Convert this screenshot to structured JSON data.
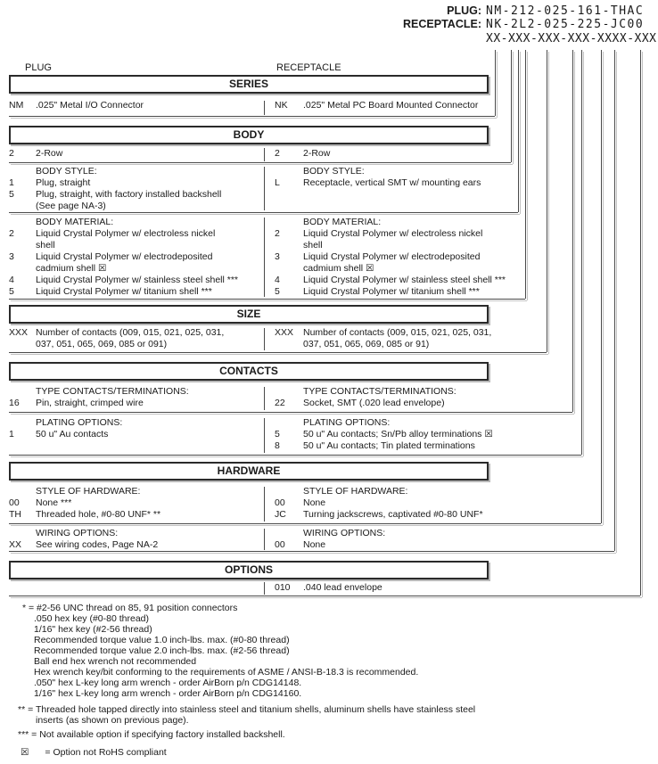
{
  "palette": {
    "text": "#1a1a1a",
    "line": "#4a4a4a",
    "shadow": "#c2c2c2"
  },
  "part_numbers": {
    "plug_label": "PLUG:",
    "plug_value": "NM-212-025-161-THAC",
    "receptacle_label": "RECEPTACLE:",
    "receptacle_value": "NK-2L2-025-225-JC00",
    "code_mask": "XX-XXX-XXX-XXX-XXXX-XXX"
  },
  "column_labels": {
    "plug": "PLUG",
    "receptacle": "RECEPTACLE"
  },
  "sections": {
    "series": {
      "title": "SERIES",
      "left": {
        "items": [
          {
            "code": "NM",
            "desc": ".025\" Metal I/O Connector"
          }
        ]
      },
      "right": {
        "items": [
          {
            "code": "NK",
            "desc": ".025\" Metal PC Board Mounted Connector"
          }
        ]
      }
    },
    "body": {
      "title": "BODY",
      "row": {
        "left": {
          "items": [
            {
              "code": "2",
              "desc": "2-Row"
            }
          ]
        },
        "right": {
          "items": [
            {
              "code": "2",
              "desc": "2-Row"
            }
          ]
        }
      },
      "style": {
        "left": {
          "heading": "BODY STYLE:",
          "items": [
            {
              "code": "1",
              "desc": "Plug, straight"
            },
            {
              "code": "5",
              "desc": "Plug, straight, with factory installed backshell\n(See page NA-3)"
            }
          ]
        },
        "right": {
          "heading": "BODY STYLE:",
          "items": [
            {
              "code": "L",
              "desc": "Receptacle, vertical SMT w/ mounting ears"
            }
          ]
        }
      },
      "material": {
        "left": {
          "heading": "BODY MATERIAL:",
          "items": [
            {
              "code": "2",
              "desc": "Liquid Crystal Polymer w/ electroless nickel\nshell"
            },
            {
              "code": "3",
              "desc": "Liquid Crystal Polymer w/ electrodeposited\ncadmium shell ☒"
            },
            {
              "code": "4",
              "desc": "Liquid Crystal Polymer w/ stainless steel shell ***"
            },
            {
              "code": "5",
              "desc": "Liquid Crystal Polymer w/ titanium shell ***"
            }
          ]
        },
        "right": {
          "heading": "BODY MATERIAL:",
          "items": [
            {
              "code": "2",
              "desc": "Liquid Crystal Polymer w/ electroless nickel\nshell"
            },
            {
              "code": "3",
              "desc": "Liquid Crystal Polymer w/ electrodeposited\ncadmium shell ☒"
            },
            {
              "code": "4",
              "desc": "Liquid Crystal Polymer w/ stainless steel shell ***"
            },
            {
              "code": "5",
              "desc": "Liquid Crystal Polymer w/ titanium shell ***"
            }
          ]
        }
      }
    },
    "size": {
      "title": "SIZE",
      "left": {
        "items": [
          {
            "code": "XXX",
            "desc": "Number of contacts (009, 015, 021, 025, 031,\n037, 051, 065, 069, 085 or 091)"
          }
        ]
      },
      "right": {
        "items": [
          {
            "code": "XXX",
            "desc": "Number of contacts (009, 015, 021, 025, 031,\n037, 051, 065, 069, 085 or 91)"
          }
        ]
      }
    },
    "contacts": {
      "title": "CONTACTS",
      "type": {
        "left": {
          "heading": "TYPE CONTACTS/TERMINATIONS:",
          "items": [
            {
              "code": "16",
              "desc": "Pin, straight, crimped wire"
            }
          ]
        },
        "right": {
          "heading": "TYPE CONTACTS/TERMINATIONS:",
          "items": [
            {
              "code": "22",
              "desc": "Socket, SMT (.020 lead envelope)"
            }
          ]
        }
      },
      "plating": {
        "left": {
          "heading": "PLATING OPTIONS:",
          "items": [
            {
              "code": "1",
              "desc": "50 u\" Au contacts"
            }
          ]
        },
        "right": {
          "heading": "PLATING OPTIONS:",
          "items": [
            {
              "code": "5",
              "desc": "50 u\" Au contacts; Sn/Pb alloy terminations ☒"
            },
            {
              "code": "8",
              "desc": "50 u\" Au contacts; Tin plated terminations"
            }
          ]
        }
      }
    },
    "hardware": {
      "title": "HARDWARE",
      "style": {
        "left": {
          "heading": "STYLE OF HARDWARE:",
          "items": [
            {
              "code": "00",
              "desc": "None ***"
            },
            {
              "code": "TH",
              "desc": "Threaded hole, #0-80 UNF* **"
            }
          ]
        },
        "right": {
          "heading": "STYLE OF HARDWARE:",
          "items": [
            {
              "code": "00",
              "desc": "None"
            },
            {
              "code": "JC",
              "desc": "Turning jackscrews, captivated #0-80 UNF*"
            }
          ]
        }
      },
      "wiring": {
        "left": {
          "heading": "WIRING OPTIONS:",
          "items": [
            {
              "code": "XX",
              "desc": "See wiring codes, Page NA-2"
            }
          ]
        },
        "right": {
          "heading": "WIRING OPTIONS:",
          "items": [
            {
              "code": "00",
              "desc": "None"
            }
          ]
        }
      }
    },
    "options": {
      "title": "OPTIONS",
      "right": {
        "items": [
          {
            "code": "010",
            "desc": ".040 lead envelope"
          }
        ]
      }
    }
  },
  "footnotes": {
    "star_line": "* = #2-56 UNC thread on 85, 91 position connectors",
    "star_details": [
      ".050 hex key (#0-80 thread)",
      "1/16\" hex key (#2-56 thread)",
      "Recommended torque value 1.0 inch-lbs. max. (#0-80 thread)",
      "Recommended torque value 2.0 inch-lbs. max. (#2-56 thread)",
      "Ball end hex wrench not recommended",
      "Hex wrench key/bit conforming to the requirements of ASME / ANSI-B-18.3 is recommended.",
      ".050\" hex L-key long arm wrench - order AirBorn p/n CDG14148.",
      "1/16\" hex L-key long arm wrench - order AirBorn p/n CDG14160."
    ],
    "double_star_line1": "** = Threaded hole tapped directly into stainless steel and titanium shells, aluminum shells have stainless steel",
    "double_star_line2": "inserts (as shown on previous page).",
    "triple_star_line": "*** = Not available option if specifying factory installed backshell.",
    "rohs_symbol": "☒",
    "rohs_text": "= Option not RoHS compliant"
  }
}
